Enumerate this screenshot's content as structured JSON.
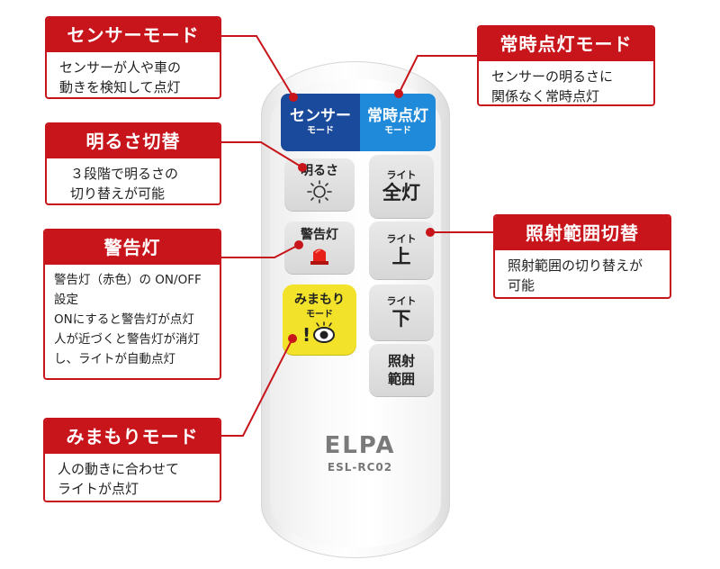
{
  "callouts": {
    "sensor_mode": {
      "title": "センサーモード",
      "lines": [
        "センサーが人や車の",
        "動きを検知して点灯"
      ]
    },
    "always_on": {
      "title": "常時点灯モード",
      "lines": [
        "センサーの明るさに",
        "関係なく常時点灯"
      ]
    },
    "brightness": {
      "title": "明るさ切替",
      "lines": [
        "３段階で明るさの",
        "切り替えが可能"
      ]
    },
    "warning": {
      "title": "警告灯",
      "lines": [
        "警告灯（赤色）の ON/OFF",
        "設定",
        "ONにすると警告灯が点灯",
        "人が近づくと警告灯が消灯",
        "し、ライトが自動点灯"
      ]
    },
    "watch": {
      "title": "みまもりモード",
      "lines": [
        "人の動きに合わせて",
        "ライトが点灯"
      ]
    },
    "range": {
      "title": "照射範囲切替",
      "lines": [
        "照射範囲の切り替えが",
        "可能"
      ]
    }
  },
  "remote": {
    "sensor_btn": {
      "main": "センサー",
      "sub": "モード"
    },
    "always_btn": {
      "main": "常時点灯",
      "sub": "モード"
    },
    "brightness_btn": {
      "main": "明るさ",
      "icon": "sun-icon"
    },
    "warning_btn": {
      "main": "警告灯",
      "icon": "warning-lamp-icon"
    },
    "watch_btn": {
      "main": "みまもり",
      "sub": "モード",
      "icon": "eye-icon"
    },
    "light_all_btn": {
      "sub": "ライト",
      "main": "全灯"
    },
    "light_up_btn": {
      "sub": "ライト",
      "main": "上"
    },
    "light_down_btn": {
      "sub": "ライト",
      "main": "下"
    },
    "range_btn": {
      "line1": "照射",
      "line2": "範囲"
    },
    "brand": "ELPA",
    "model": "ESL-RC02"
  },
  "colors": {
    "accent": "#c8151b",
    "sensor": "#1a4a9c",
    "always": "#1f8ad9",
    "watch": "#f2e22a",
    "lamp": "#e8201a"
  }
}
